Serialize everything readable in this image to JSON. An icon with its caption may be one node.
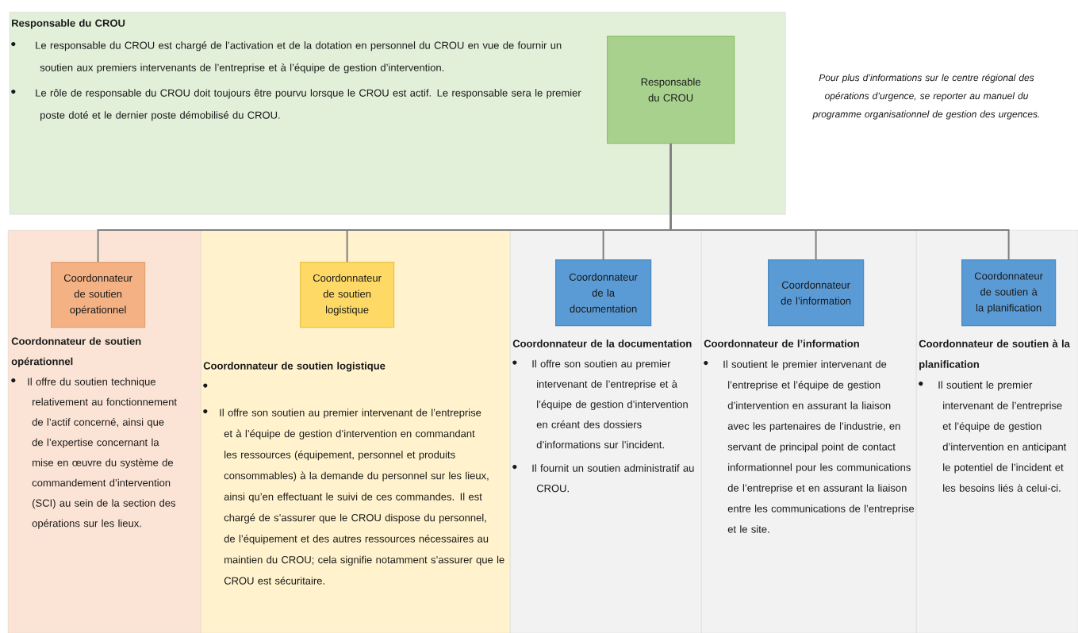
{
  "diagram": {
    "nodes": [
      {
        "text": [
          "Responsable du CROU",
          "Le responsable du CROU est chargé de l’activation et de la dotation en personnel du CROU en vue de fournir un soutien aux premiers intervenants de l’entreprise et à l’équipe de gestion d’intervention.",
          "Le rôle de responsable du CROU doit toujours être pourvu lorsque le CROU est actif. Le responsable sera le premier poste doté et le dernier poste démobilisé du CROU."
        ]
      },
      {
        "text": [
          "Responsable du CROU"
        ],
        "in": 0
      },
      {
        "text": [
          "Coordonnateur de soutien opérationnel",
          "Il offre du soutien technique relativement au fonctionnement de l’actif concerné, ainsi que de l’expertise concernant la mise en œuvre du système de commandement d’intervention (SCI) au sein de la section des opérations sur les lieux."
        ]
      },
      {
        "text": [
          "Coordonnateur de soutien opérationnel"
        ],
        "in": 2
      },
      {
        "text": [
          "Coordonnateur de soutien logistique",
          "Il offre son soutien au premier intervenant de l’entreprise et à l’équipe de gestion d’intervention en commandant les ressources (équipement, personnel et produits consommables) à la demande du personnel sur les lieux, ainsi qu’en effectuant le suivi de ces commandes. Il est chargé de s’assurer que le CROU dispose du personnel, de l’équipement et des autres ressources nécessaires au maintien du CROU; cela signifie notamment s’assurer que le CROU est sécuritaire."
        ]
      },
      {
        "text": [
          "Coordonnateur de soutien logistique"
        ],
        "in": 4
      },
      {
        "text": [
          "Coordonnateur de la documentation",
          "Il offre son soutien au premier intervenant de l’entreprise et à l’équipe de gestion d’intervention en créant des dossiers d’informations sur l’incident.",
          "Il fournit un soutien administratif au CROU."
        ]
      },
      {
        "text": [
          "Coordonnateur de la documentation"
        ],
        "in": 6
      },
      {
        "text": [
          "Coordonnateur de l’information",
          "Il soutient le premier intervenant de l’entreprise et l’équipe de gestion d’intervention en assurant la liaison avec les partenaires de l’industrie, en servant de principal point de contact informationnel pour les communications de l’entreprise et en assurant la liaison entre les communications de l’entreprise et le site."
        ]
      },
      {
        "text": [
          "Coordonnateur de l’information"
        ],
        "in": 8
      },
      {
        "text": [
          "Coordonnateur de soutien à la planification",
          "Il soutient le premier intervenant de l’entreprise et l’équipe de gestion d’intervention en anticipant le potentiel de l’incident et les besoins liés à celui-ci."
        ]
      },
      {
        "text": [
          "Coordonnateur de soutien à la planification"
        ],
        "in": 10
      }
    ],
    "edges": [
      {
        "from": 1,
        "to": 3,
        "arrow": "none"
      },
      {
        "from": 1,
        "to": 5,
        "arrow": "none"
      },
      {
        "from": 1,
        "to": 7,
        "arrow": "none"
      },
      {
        "from": 1,
        "to": 9,
        "arrow": "none"
      },
      {
        "from": 1,
        "to": 11,
        "arrow": "none"
      }
    ],
    "labels": [
      "Pour plus d’informations sur le centre régional des opérations d’urgence, se reporter au manuel du programme organisationnel de gestion des urgences."
    ]
  }
}
